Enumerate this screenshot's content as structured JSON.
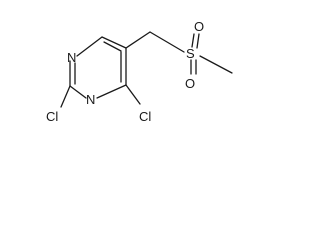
{
  "structure": {
    "atoms": {
      "n_ring_top": "N",
      "n_ring_bottom": "N",
      "cl_left": "Cl",
      "cl_right": "Cl",
      "s_sulfonyl": "S",
      "o_top": "O",
      "o_bottom": "O"
    }
  }
}
